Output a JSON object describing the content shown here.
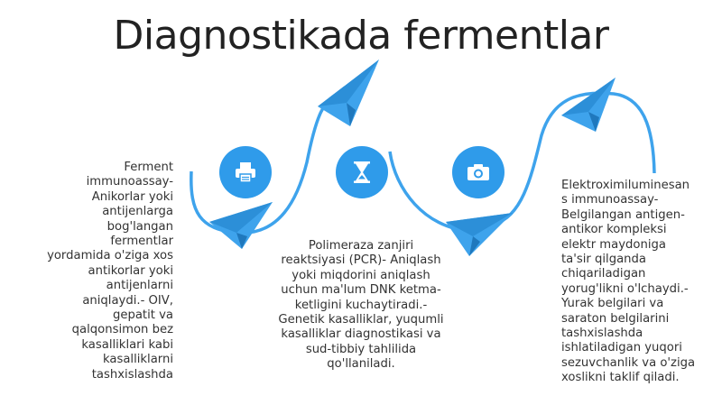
{
  "title": "Diagnostikada fermentlar",
  "icons": [
    "printer-icon",
    "hourglass-icon",
    "camera-icon"
  ],
  "colors": {
    "accent": "#2f9bea",
    "text": "#333333",
    "title": "#222222"
  },
  "blocks": {
    "left": "Ferment\nimmunoassay-\nAnikorlar yoki\nantijenlarga\nbog'langan\nfermentlar\nyordamida o'ziga xos\nantikorlar yoki\nantijenlarni\naniqlaydi.- OIV,\ngepatit va\nqalqonsimon bez\nkasalliklari kabi\nkasalliklarni\ntashxislashda",
    "middle": "Polimeraza zanjiri\nreaktsiyasi (PCR)- Aniqlash\nyoki miqdorini aniqlash\nuchun ma'lum DNK ketma-\nketligini kuchaytiradi.-\nGenetik kasalliklar, yuqumli\nkasalliklar diagnostikasi va\nsud-tibbiy tahlilida\nqo'llaniladi.",
    "right": "Elektroximiluminesan\ns immunoassay-\nBelgilangan antigen-\nantikor kompleksi\nelektr maydoniga\nta'sir qilganda\nchiqariladigan\nyorug'likni o'lchaydi.-\nYurak belgilari va\nsaraton belgilarini\ntashxislashda\nishlatiladigan yuqori\nsezuvchanlik va o'ziga\nxoslikni taklif qiladi."
  }
}
